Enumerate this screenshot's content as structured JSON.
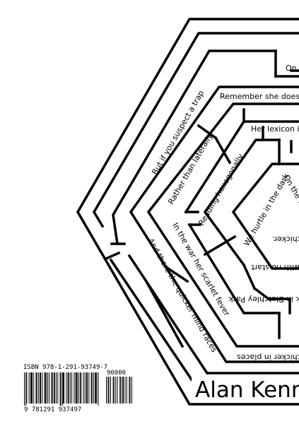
{
  "cover": {
    "author_name": "Alan Kenne",
    "isbn_label": "ISBN 978-1-291-93749-7",
    "price_code": "90000",
    "barcode_digits": "9 781291 937497",
    "background": "#ffffff",
    "ink": "#000000"
  },
  "maze_lines": {
    "top_cut_1": "On",
    "top_cut_2": "Remember she doesn't h",
    "lexicon": "Her lexicon is a",
    "suspect": "But if you suspect a trap",
    "laterally": "Rather than laterally",
    "hexagonally": "Reading hexagonally",
    "dark": "We hurtle in the dark",
    "on_the": "On the m",
    "thicker": "thicker.",
    "no_start": "with no start",
    "war": "In the war her scarlet fever",
    "bletchley": "k in Bletchley Park",
    "quicker": "And there the quicker mind races",
    "places": "thicker in places"
  }
}
